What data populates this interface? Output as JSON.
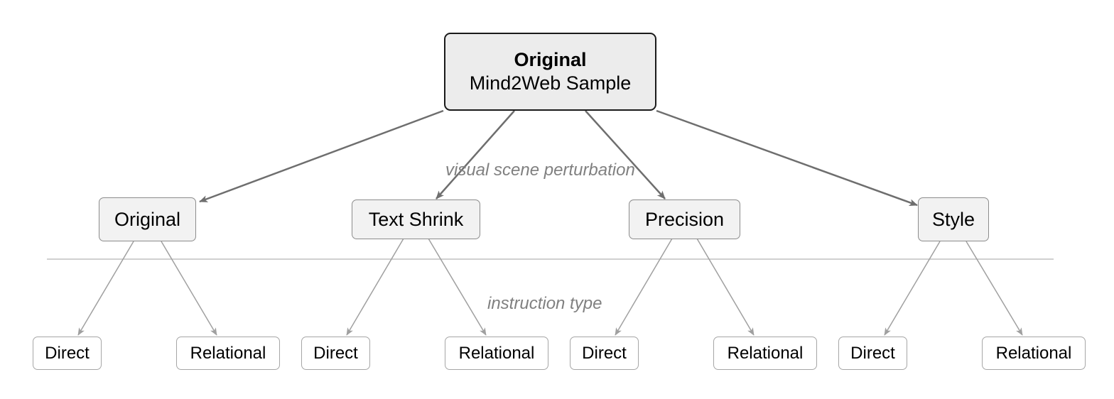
{
  "root": {
    "line1": "Original",
    "line2": "Mind2Web Sample"
  },
  "perturbation_label": "visual scene perturbation",
  "instruction_label": "instruction type",
  "perturbations": [
    {
      "label": "Original",
      "children": [
        "Direct",
        "Relational"
      ]
    },
    {
      "label": "Text Shrink",
      "children": [
        "Direct",
        "Relational"
      ]
    },
    {
      "label": "Precision",
      "children": [
        "Direct",
        "Relational"
      ]
    },
    {
      "label": "Style",
      "children": [
        "Direct",
        "Relational"
      ]
    }
  ],
  "colors": {
    "root_fill": "#ececec",
    "mid_fill": "#f2f2f2",
    "edge_dark": "#6e6e6e",
    "edge_light": "#a0a0a0",
    "label": "#808080"
  }
}
